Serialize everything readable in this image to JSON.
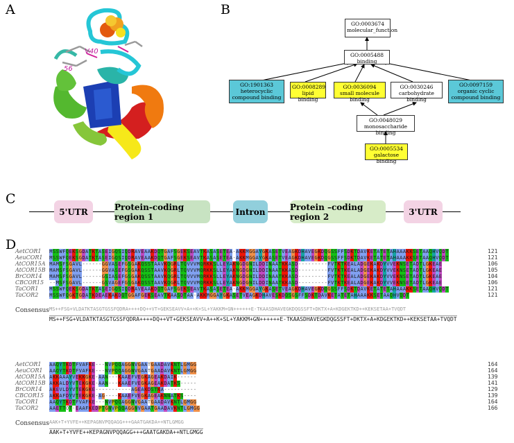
{
  "panels": {
    "a": "A",
    "b": "B",
    "c": "C",
    "d": "D"
  },
  "protein": {
    "residue_labels": [
      "V40",
      "56"
    ]
  },
  "go_graph": {
    "nodes": [
      {
        "id": "mf",
        "go": "GO:0003674",
        "name": "molecular_function",
        "color": "#ffffff"
      },
      {
        "id": "bind",
        "go": "GO:0005488",
        "name": "binding",
        "color": "#ffffff"
      },
      {
        "id": "het",
        "go": "GO:1901363",
        "name": "heterocyclic compound binding",
        "color": "#5bc8d8"
      },
      {
        "id": "lipid",
        "go": "GO:0008289",
        "name": "lipid binding",
        "color": "#ffff33"
      },
      {
        "id": "small",
        "go": "GO:0036094",
        "name": "small molecule binding",
        "color": "#ffff33"
      },
      {
        "id": "carb",
        "go": "GO:0030246",
        "name": "carbohydrate binding",
        "color": "#ffffff"
      },
      {
        "id": "org",
        "go": "GO:0097159",
        "name": "organic cyclic compound binding",
        "color": "#5bc8d8"
      },
      {
        "id": "mono",
        "go": "GO:0048029",
        "name": "monosaccharide binding",
        "color": "#ffffff"
      },
      {
        "id": "gal",
        "go": "GO:0005534",
        "name": "galactose binding",
        "color": "#ffff33"
      }
    ]
  },
  "gene_structure": {
    "regions": [
      {
        "label": "5'UTR",
        "color": "#f3d3e4"
      },
      {
        "label": "Protein-coding region 1",
        "color": "#c8e3c2"
      },
      {
        "label": "Intron",
        "color": "#91cfdc"
      },
      {
        "label": "Protein –coding region 2",
        "color": "#d7ecc8"
      },
      {
        "label": "3'UTR",
        "color": "#f3d3e4"
      }
    ]
  },
  "alignment": {
    "block1": {
      "names": [
        "AetCOR1",
        "AeuCOR1",
        "AtCOR15A",
        "AtCOR15B",
        "BrCOR14",
        "CBCOR15",
        "TaCOR1",
        "TaCOR2"
      ],
      "ends": [
        "121",
        "121",
        "106",
        "105",
        "104",
        "106",
        "121",
        "121"
      ],
      "sequences": [
        "MSSWFQEKSGDATKTASEIGQSIQDRAVEAAKDQTGAFSGEKSEAVTKASASETEA-AKKMGGAYGKASETVEAGKDHAVEGKDQGSSFFSDKTDAVKETATETAHAAAKKSETAAQHVQDT",
        "MSSWFQEKSGDATKTASEIGQSIQDRAVEAAKDQTGAFSGEKSEAVTKASASETEA-AKKMGGAYGKASETVEAGKDHAVEGKDQGSSFFSDKTDAVKETATETAHAAAKKSETAAQHVQDT",
        "MAMSFSGAVL------GGVASEFGSGAKQSSTAAVKQGRLTQVVVMQRKKSLLEYAKNGDGNILDDINAATKKASD---------FVTKTKEALADGEKAKDYVVEKNSETADTLGKEAE",
        "MAMSFSGAVL------GGVASEFGSGAKQSSTAAVKQGRLTQVVVMQRKKSLLEYAKNGDGNILDDINAATKKASD---------FVTKTKEALADGEKAKDYVVEKNSETADTLGKEAE",
        "MAMSFSGAVL------GSIASEFGSGAKQSSTAAVKQGRLTQVVVMQRKKSLLEYAKNGDGNILDDINAATKKASD---------FVTKTKEALADGEKAKDYVVEKNSETADTLGKEAE",
        "--MSFSGAVL------GSVAGEFGSGAKQSSTAAVKQGRLTQVVVMQRKKSLLEYAKNGDGNILDDINAATKKASD---------FVTKTKEALADGEKAKDYVVEKNSETADTLGKEAE",
        "MSSWFQEKSGDATKTASEIGQSIQDRAVEAAKDQTGAFSGEKSEAVTKASASETEA-AKKMGGAYGKASETVEAGKDHAVEGKDQGSSFFSDKTDAVKETATETAHAAAKKSETAAQHVQDT",
        "MSSWFQGKTGDATKDEAEKAKDQTGGAFGEKSEAVTKAASDTAA-AKKMGGAYGKASETVEAGKDHAVESKDQSGSFFSDKTDAVKETATETAHAAAKKSETAAQHVQDT"
      ],
      "consensus_label": "Consensus",
      "consensus": "MS++FSG+VLDATKTASGTGSSFQDRA++++DQ++VT+GEKSEAVV+A++K+SL+YAKKM+GN++++++E-TKAASDHAVEGKDQGSSFT+DKTX+A+KDGEKTKD++KEKSETAA+TVQDT"
    },
    "block2": {
      "names": [
        "AetCOR1",
        "AeuCOR1",
        "AtCOR15A",
        "AtCOR15B",
        "BrCOR14",
        "CBCOR15",
        "TaCOR1",
        "TaCOR2"
      ],
      "ends": [
        "164",
        "164",
        "139",
        "141",
        "129",
        "139",
        "164",
        "166"
      ],
      "sequences": [
        "AAQYTKDTFVAFKE---NVPQQAGGNVGAAТGAADAVKNTLGMGG",
        "AAQYTKDTFVAFKE---NVPQQAGGNVGAAТGAADAVKNTLGMGG",
        "AKKAAAYVEKKGKE-AAN---KAAEFVEGKAGEAKDAIK------",
        "AKKALDYVTEKGKE-AAN---KAAEFVEGKAGEAKDATKS-----",
        "AKEVLDYVTEKGKE-----------AGEAKDSTKA----------",
        "AKKAFDYVTEKGKE-AG----KAAEFVEGKAGEAKNNATKS----",
        "AAQYTKDTFVAFKE---NVPQQAGGNVGAAТGAADAVKNTLGMGG",
        "AAETTOT-EAAFKEDPTGNVPQQAGGNVGAATGAADAVKNTLGMGG"
      ],
      "consensus_label": "Consensus",
      "consensus": "AAK+T+YVFE++KEPAGNVPQQAGG+++GAATGAKDA++NTLGMGG"
    }
  }
}
